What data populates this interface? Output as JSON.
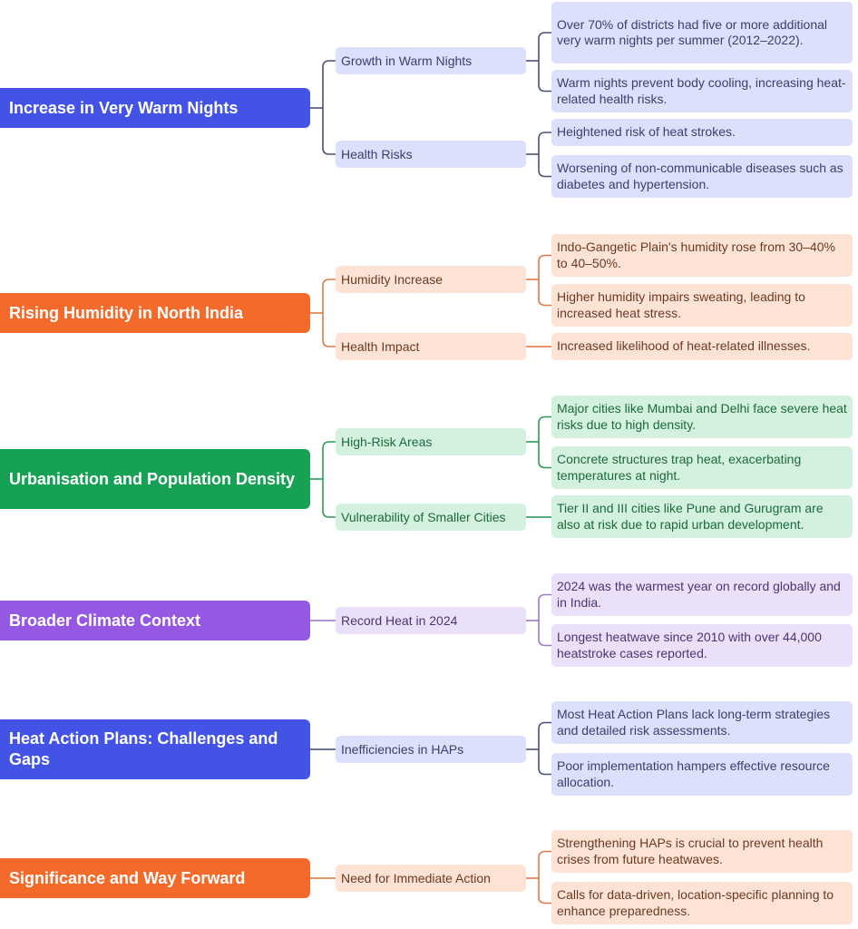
{
  "sections": [
    {
      "title": "Increase in Very Warm Nights",
      "theme": {
        "root": "#4353e6",
        "soft": "#dde0fb",
        "text": "#3a3f6e",
        "line": "#4b5077"
      },
      "branches": [
        {
          "label": "Growth in Warm Nights",
          "details": [
            "Over 70% of districts had five or more additional very warm nights per summer (2012–2022).",
            "Warm nights prevent body cooling, increasing heat-related health risks."
          ]
        },
        {
          "label": "Health Risks",
          "details": [
            "Heightened risk of heat strokes.",
            "Worsening of non-communicable diseases such as diabetes and hypertension."
          ]
        }
      ]
    },
    {
      "title": "Rising Humidity in North India",
      "theme": {
        "root": "#f36a2b",
        "soft": "#fde3d6",
        "text": "#6b3a22",
        "line": "#e0784a"
      },
      "branches": [
        {
          "label": "Humidity Increase",
          "details": [
            "Indo-Gangetic Plain's humidity rose from 30–40% to 40–50%.",
            "Higher humidity impairs sweating, leading to increased heat stress."
          ]
        },
        {
          "label": "Health Impact",
          "details": [
            "Increased likelihood of heat-related illnesses."
          ]
        }
      ]
    },
    {
      "title": "Urbanisation and Population Density",
      "theme": {
        "root": "#17a155",
        "soft": "#d3f1de",
        "text": "#1c6a3b",
        "line": "#2e9a5a"
      },
      "branches": [
        {
          "label": "High-Risk Areas",
          "details": [
            "Major cities like Mumbai and Delhi face severe heat risks due to high density.",
            "Concrete structures trap heat, exacerbating temperatures at night."
          ]
        },
        {
          "label": "Vulnerability of Smaller Cities",
          "details": [
            "Tier II and III cities like Pune and Gurugram are also at risk due to rapid urban development."
          ]
        }
      ]
    },
    {
      "title": "Broader Climate Context",
      "theme": {
        "root": "#9558e2",
        "soft": "#ebe0fa",
        "text": "#4a3570",
        "line": "#9b7ac8"
      },
      "branches": [
        {
          "label": "Record Heat in 2024",
          "details": [
            "2024 was the warmest year on record globally and in India.",
            "Longest heatwave since 2010 with over 44,000 heatstroke cases reported."
          ]
        }
      ]
    },
    {
      "title": "Heat Action Plans: Challenges and Gaps",
      "theme": {
        "root": "#4353e6",
        "soft": "#dde0fb",
        "text": "#3a3f6e",
        "line": "#4b5077"
      },
      "branches": [
        {
          "label": "Inefficiencies in HAPs",
          "details": [
            "Most Heat Action Plans lack long-term strategies and detailed risk assessments.",
            "Poor implementation hampers effective resource allocation."
          ]
        }
      ]
    },
    {
      "title": "Significance and Way Forward",
      "theme": {
        "root": "#f36a2b",
        "soft": "#fde3d6",
        "text": "#6b3a22",
        "line": "#e0784a"
      },
      "branches": [
        {
          "label": "Need for Immediate Action",
          "details": [
            "Strengthening HAPs is crucial to prevent health crises from future heatwaves.",
            "Calls for data-driven, location-specific planning to enhance preparedness."
          ]
        }
      ]
    }
  ]
}
